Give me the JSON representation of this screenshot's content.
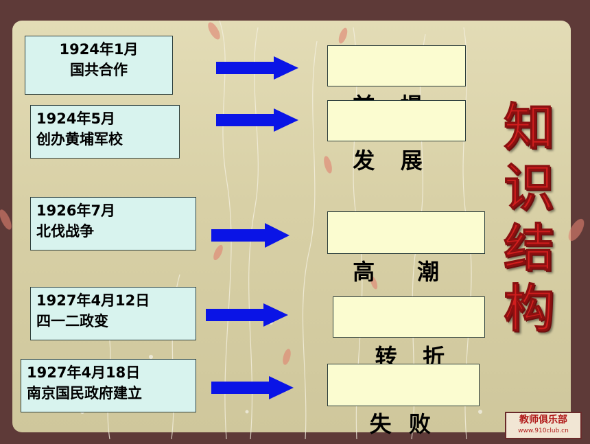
{
  "slide": {
    "title": "知识结构",
    "rows": [
      {
        "date": "1924年1月",
        "event": "国共合作",
        "stage": "前   提"
      },
      {
        "date": "1924年5月",
        "event": "创办黄埔军校",
        "stage": "发   展"
      },
      {
        "date": "1926年7月",
        "event": "北伐战争",
        "stage": "高     潮"
      },
      {
        "date": "1927年4月12日",
        "event": "四一二政变",
        "stage": "  转   折"
      },
      {
        "date": "1927年4月18日",
        "event": "南京国民政府建立",
        "stage": "  失  败"
      }
    ],
    "watermark": {
      "name": "教师俱乐部",
      "url": "www.910club.cn"
    }
  },
  "colors": {
    "event_box": "#d8f3ee",
    "stage_box": "#fbfcd0",
    "arrow": "#0a14e6",
    "title": "#d01e1e",
    "background": "#e3dcb6"
  }
}
